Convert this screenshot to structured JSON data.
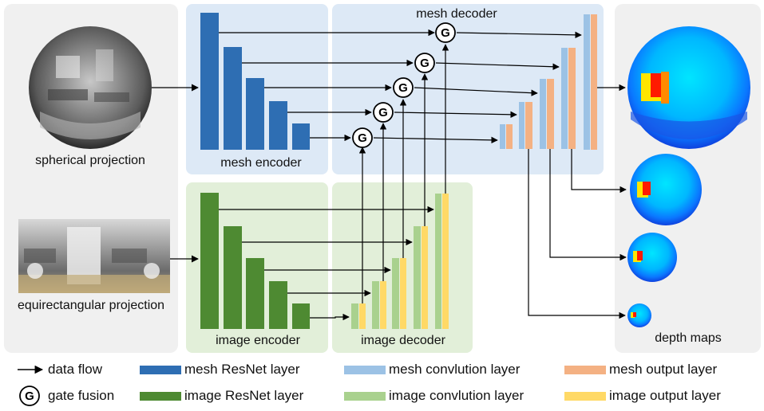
{
  "labels": {
    "spherical": "spherical projection",
    "equirect": "equirectangular projection",
    "mesh_encoder": "mesh encoder",
    "mesh_decoder": "mesh decoder",
    "image_encoder": "image encoder",
    "image_decoder": "image decoder",
    "depth_maps": "depth maps",
    "gate_symbol": "G"
  },
  "legend": {
    "data_flow": "data flow",
    "gate_fusion": "gate fusion",
    "mesh_resnet": "mesh ResNet layer",
    "image_resnet": "image ResNet layer",
    "mesh_conv": "mesh convlution layer",
    "image_conv": "image convlution layer",
    "mesh_output": "mesh output layer",
    "image_output": "image output layer"
  },
  "colors": {
    "mesh_resnet": "#2e6eb3",
    "image_resnet": "#4e8a32",
    "mesh_conv": "#9cc2e5",
    "image_conv": "#a9d18e",
    "mesh_output": "#f4b183",
    "image_output": "#ffd966",
    "panel_gray": "#f0f0f0",
    "panel_blue": "#dde9f6",
    "panel_green": "#e2efd9"
  }
}
